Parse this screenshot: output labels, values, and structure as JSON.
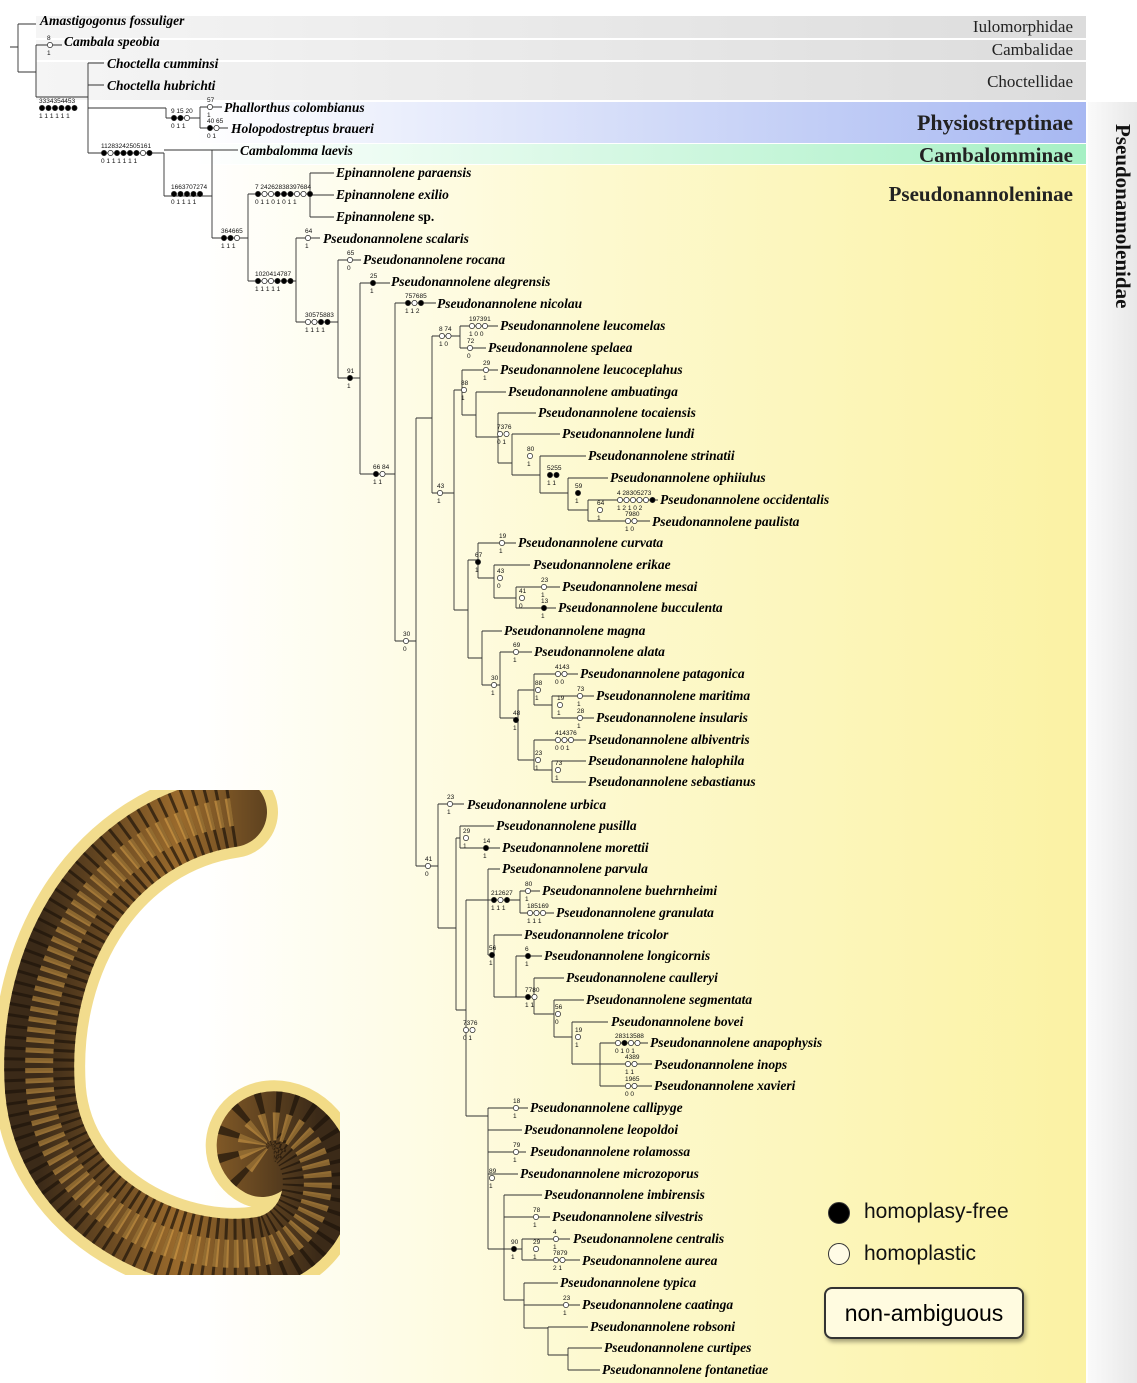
{
  "families": {
    "iulomorphidae": "Iulomorphidae",
    "cambalidae": "Cambalidae",
    "choctellidae": "Choctellidae",
    "pseudonannolenidae": "Pseudonannolenidae"
  },
  "subfamilies": {
    "physiostreptinae": "Physiostreptinae",
    "cambalomminae": "Cambalomminae",
    "pseudonannoleninae": "Pseudonannoleninae"
  },
  "legend": {
    "homoplasy_free": "homoplasy-free",
    "homoplastic": "homoplastic",
    "non_ambiguous": "non-ambiguous"
  },
  "colors": {
    "physiostreptinae_band": "#a7b8f2",
    "cambalomminae_band": "#a6f0c4",
    "pseudonannoleninae_band": "#fdf6a6",
    "outgroup_band": "#e3e3e3"
  },
  "taxa": [
    "Amastigogonus fossuliger",
    "Cambala speobia",
    "Choctella cumminsi",
    "Choctella hubrichti",
    "Phallorthus colombianus",
    "Holopodostreptus braueri",
    "Cambalomma laevis",
    "Epinannolene paraensis",
    "Epinannolene exilio",
    "Epinannolene",
    "Pseudonannolene scalaris",
    "Pseudonannolene rocana",
    "Pseudonannolene alegrensis",
    "Pseudonannolene nicolau",
    "Pseudonannolene leucomelas",
    "Pseudonannolene spelaea",
    "Pseudonannolene leucoceplahus",
    "Pseudonannolene ambuatinga",
    "Pseudonannolene tocaiensis",
    "Pseudonannolene lundi",
    "Pseudonannolene strinatii",
    "Pseudonannolene ophiiulus",
    "Pseudonannolene occidentalis",
    "Pseudonannolene paulista",
    "Pseudonannolene curvata",
    "Pseudonannolene erikae",
    "Pseudonannolene mesai",
    "Pseudonannolene bucculenta",
    "Pseudonannolene magna",
    "Pseudonannolene alata",
    "Pseudonannolene patagonica",
    "Pseudonannolene maritima",
    "Pseudonannolene insularis",
    "Pseudonannolene albiventris",
    "Pseudonannolene halophila",
    "Pseudonannolene sebastianus",
    "Pseudonannolene urbica",
    "Pseudonannolene pusilla",
    "Pseudonannolene morettii",
    "Pseudonannolene parvula",
    "Pseudonannolene buehrnheimi",
    "Pseudonannolene granulata",
    "Pseudonannolene tricolor",
    "Pseudonannolene longicornis",
    "Pseudonannolene caulleryi",
    "Pseudonannolene segmentata",
    "Pseudonannolene bovei",
    "Pseudonannolene anapophysis",
    "Pseudonannolene inops",
    "Pseudonannolene xavieri",
    "Pseudonannolene callipyge",
    "Pseudonannolene leopoldoi",
    "Pseudonannolene rolamossa",
    "Pseudonannolene microzoporus",
    "Pseudonannolene imbirensis",
    "Pseudonannolene silvestris",
    "Pseudonannolene centralis",
    "Pseudonannolene aurea",
    "Pseudonannolene typica",
    "Pseudonannolene caatinga",
    "Pseudonannolene robsoni",
    "Pseudonannolene curtipes",
    "Pseudonannolene fontanetiae"
  ],
  "species_suffix": "sp.",
  "character_labels": [
    "8",
    "1",
    "3334354453",
    "1 1 1 1 1 1",
    "9 15 20",
    "0 1 1",
    "57",
    "1",
    "40 65",
    "0 1",
    "11283242505161",
    "0 1 1 1 1 1 1",
    "1663707274",
    "0 1 1 1 1",
    "7 24262838397684",
    "0 1 1 0 1 0 1 1",
    "364665",
    "1 1 1",
    "1020414787",
    "1 1 1 1 1",
    "64",
    "1",
    "30575883",
    "1 1 1 1",
    "65",
    "0",
    "25",
    "1",
    "757685",
    "1 1 2",
    "91",
    "1",
    "66 84",
    "1 1",
    "8 74",
    "1 0",
    "197391",
    "1 0 0",
    "72",
    "0",
    "29",
    "1",
    "88",
    "1",
    "7376",
    "0 1",
    "80",
    "1",
    "5255",
    "1 1",
    "59",
    "1",
    "64",
    "1",
    "4 28305273",
    "1 2 1 0 2",
    "7980",
    "1 0",
    "43",
    "1",
    "19",
    "1",
    "67",
    "1",
    "43",
    "0",
    "41",
    "0",
    "23",
    "1",
    "13",
    "1",
    "69",
    "1",
    "4143",
    "0 0",
    "30",
    "1",
    "88",
    "1",
    "73",
    "1",
    "19",
    "1",
    "28",
    "1",
    "48",
    "1",
    "414376",
    "0 0 1",
    "23",
    "1",
    "73",
    "1",
    "30",
    "0",
    "23",
    "1",
    "29",
    "1",
    "14",
    "1",
    "41",
    "0",
    "80",
    "1",
    "212627",
    "1 1 1",
    "185169",
    "1 1 1",
    "56",
    "1",
    "6",
    "1",
    "7780",
    "1 1",
    "56",
    "0",
    "19",
    "1",
    "28313588",
    "0 1 0 1",
    "4389",
    "1 1",
    "1965",
    "0 0",
    "7376",
    "0 1",
    "18",
    "1",
    "79",
    "1",
    "89",
    "1",
    "78",
    "1",
    "4",
    "1",
    "29",
    "1",
    "7879",
    "2 1",
    "90",
    "1",
    "23",
    "1"
  ]
}
